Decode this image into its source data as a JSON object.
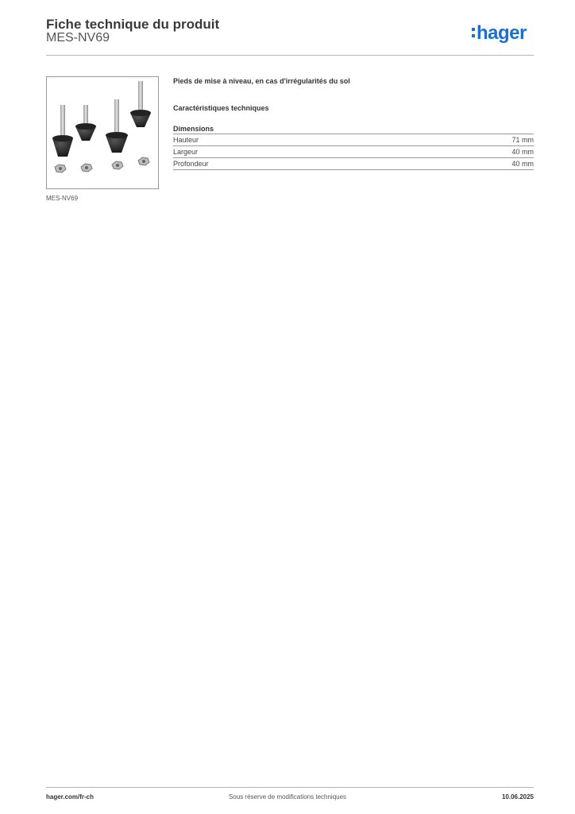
{
  "header": {
    "title": "Fiche technique du produit",
    "subtitle": "MES-NV69",
    "logo_text": "hager",
    "brand_color": "#1a6fd1"
  },
  "product": {
    "image_caption": "MES-NV69",
    "description": "Pieds de mise à niveau, en cas d'irrégularités du sol"
  },
  "specs": {
    "section_title": "Caractéristiques techniques",
    "group_title": "Dimensions",
    "rows": [
      {
        "label": "Hauteur",
        "value": "71 mm"
      },
      {
        "label": "Largeur",
        "value": "40 mm"
      },
      {
        "label": "Profondeur",
        "value": "40 mm"
      }
    ]
  },
  "footer": {
    "website": "hager.com/fr-ch",
    "notice": "Sous réserve de modifications techniques",
    "date": "10.06.2025"
  }
}
